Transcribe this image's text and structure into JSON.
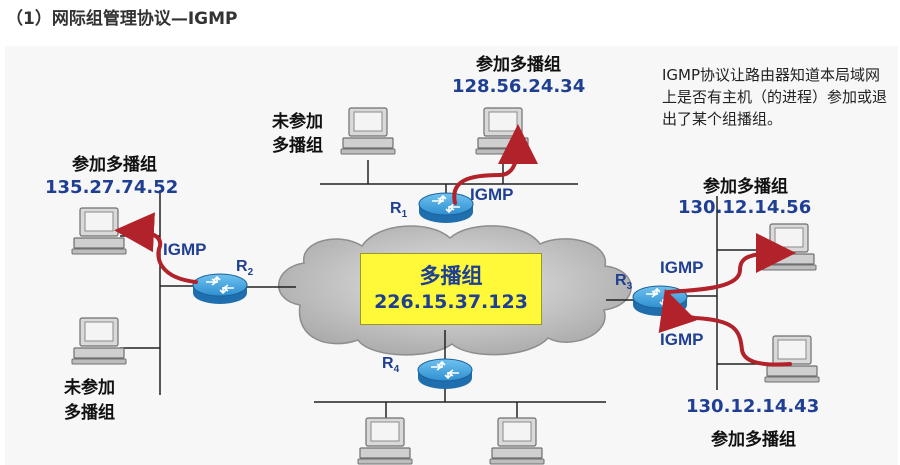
{
  "heading": "（1）网际组管理协议—IGMP",
  "note": "IGMP协议让路由器知道本局域网上是否有主机（的进程）参加或退出了某个组播组。",
  "multicast_group": {
    "title": "多播组",
    "ip": "226.15.37.123"
  },
  "routers": {
    "r1": "R",
    "r2": "R",
    "r3": "R",
    "r4": "R",
    "r1_sub": "1",
    "r2_sub": "2",
    "r3_sub": "3",
    "r4_sub": "4"
  },
  "hosts": {
    "top_joined": {
      "label": "参加多播组",
      "ip": "128.56.24.34"
    },
    "top_not_joined": {
      "label_line1": "未参加",
      "label_line2": "多播组"
    },
    "left_joined": {
      "label": "参加多播组",
      "ip": "135.27.74.52"
    },
    "left_not_joined": {
      "label_line1": "未参加",
      "label_line2": "多播组"
    },
    "right_upper": {
      "label": "参加多播组",
      "ip": "130.12.14.56"
    },
    "right_lower": {
      "label": "参加多播组",
      "ip": "130.12.14.43"
    }
  },
  "igmp_labels": {
    "r1": "IGMP",
    "r2": "IGMP",
    "r3_upper": "IGMP",
    "r3_lower": "IGMP"
  },
  "colors": {
    "ip_text": "#1f3f93",
    "arrow": "#b2222a",
    "group_box": "#fff93a",
    "router": "#2f8fd0"
  }
}
